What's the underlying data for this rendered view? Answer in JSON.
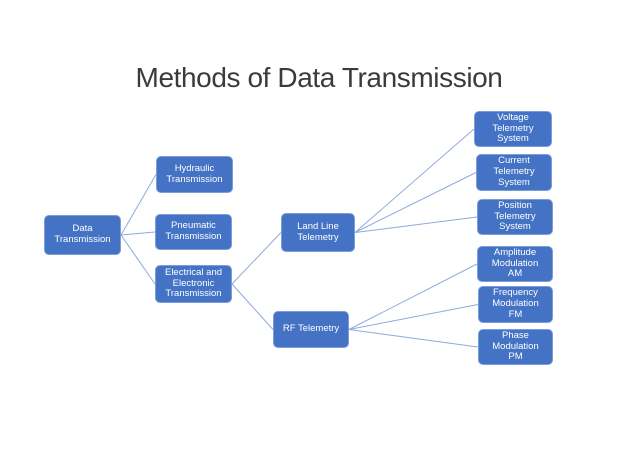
{
  "title": "Methods of Data Transmission",
  "colors": {
    "background": "#FFFFFF",
    "box_fill": "#4472C4",
    "box_border": "#7E9CD9",
    "box_text": "#FFFFFF",
    "connector": "#8FAADC",
    "title_text": "#3B3B3B"
  },
  "nodes": {
    "data_transmission": {
      "label": "Data\nTransmission"
    },
    "hydraulic": {
      "label": "Hydraulic\nTransmission"
    },
    "pneumatic": {
      "label": "Pneumatic\nTransmission"
    },
    "electrical": {
      "label": "Electrical and\nElectronic\nTransmission"
    },
    "land_line": {
      "label": "Land Line\nTelemetry"
    },
    "rf": {
      "label": "RF Telemetry"
    },
    "voltage": {
      "label": "Voltage\nTelemetry\nSystem"
    },
    "current": {
      "label": "Current\nTelemetry\nSystem"
    },
    "position": {
      "label": "Position\nTelemetry\nSystem"
    },
    "amplitude": {
      "label": "Amplitude\nModulation\nAM"
    },
    "frequency": {
      "label": "Frequency\nModulation\nFM"
    },
    "phase": {
      "label": "Phase\nModulation\nPM"
    }
  },
  "edges": [
    [
      "data_transmission",
      "hydraulic"
    ],
    [
      "data_transmission",
      "pneumatic"
    ],
    [
      "data_transmission",
      "electrical"
    ],
    [
      "electrical",
      "land_line"
    ],
    [
      "electrical",
      "rf"
    ],
    [
      "land_line",
      "voltage"
    ],
    [
      "land_line",
      "current"
    ],
    [
      "land_line",
      "position"
    ],
    [
      "rf",
      "amplitude"
    ],
    [
      "rf",
      "frequency"
    ],
    [
      "rf",
      "phase"
    ]
  ]
}
